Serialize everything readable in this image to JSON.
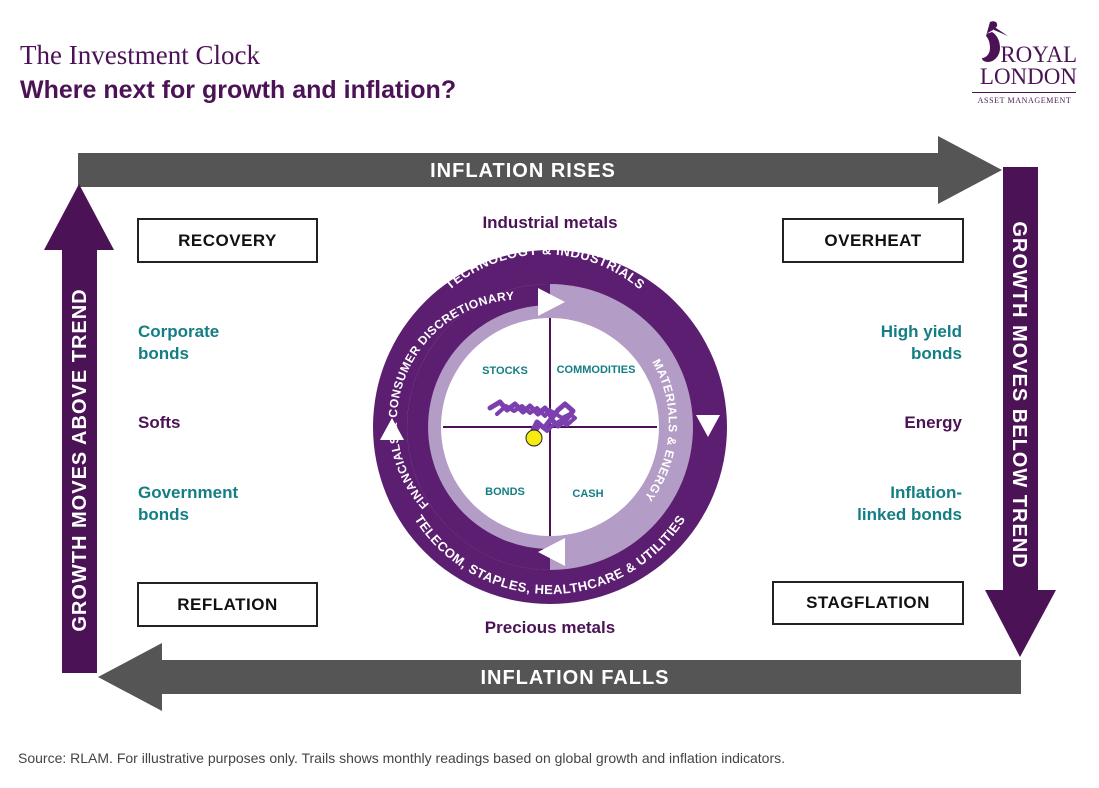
{
  "header": {
    "title": "The Investment Clock",
    "subtitle": "Where next for growth and inflation?"
  },
  "logo": {
    "line1": "ROYAL",
    "line2": "LONDON",
    "line3": "ASSET MANAGEMENT",
    "icon": "pelican-icon"
  },
  "arrows": {
    "top": "INFLATION RISES",
    "bottom": "INFLATION FALLS",
    "left": "GROWTH MOVES ABOVE TREND",
    "right": "GROWTH MOVES BELOW TREND"
  },
  "phases": {
    "recovery": "RECOVERY",
    "overheat": "OVERHEAT",
    "reflation": "REFLATION",
    "stagflation": "STAGFLATION"
  },
  "assets": {
    "industrial_metals": "Industrial metals",
    "precious_metals": "Precious metals",
    "corporate_bonds": [
      "Corporate",
      "bonds"
    ],
    "softs": "Softs",
    "government_bonds": [
      "Government",
      "bonds"
    ],
    "high_yield_bonds": [
      "High yield",
      "bonds"
    ],
    "energy": "Energy",
    "inflation_linked_bonds": [
      "Inflation-",
      "linked bonds"
    ]
  },
  "clock": {
    "outer_top": "TECHNOLOGY & INDUSTRIALS",
    "outer_bottom": "TELECOM, STAPLES, HEALTHCARE & UTILITIES",
    "inner_left": "FINANCIALS & CONSUMER DISCRETIONARY",
    "inner_right": "MATERIALS & ENERGY",
    "quadrants": {
      "top_left": "STOCKS",
      "top_right": "COMMODITIES",
      "bottom_left": "BONDS",
      "bottom_right": "CASH"
    }
  },
  "colors": {
    "dark_purple": "#4b1356",
    "ring_purple": "#5c1e70",
    "light_purple": "#b39cc5",
    "trail_purple": "#7b3fb0",
    "teal": "#137e84",
    "arrow_grey": "#555555",
    "current_point": "#f5ea12"
  },
  "source": "Source: RLAM. For illustrative purposes only. Trails shows monthly readings based on global growth and inflation indicators."
}
